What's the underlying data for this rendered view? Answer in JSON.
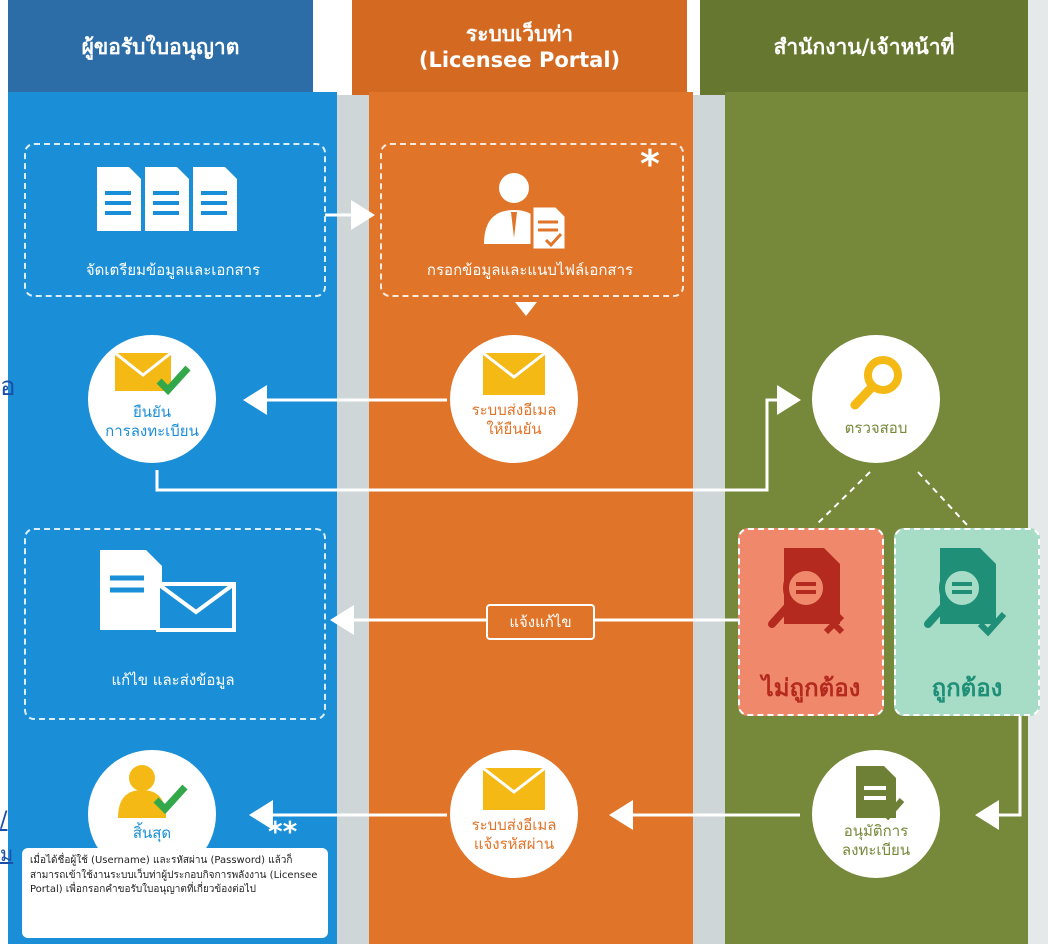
{
  "headers": {
    "applicant": "ผู้ขอรับใบอนุญาต",
    "portal_line1": "ระบบเว็บท่า",
    "portal_line2": "(Licensee Portal)",
    "office": "สำนักงาน/เจ้าหน้าที่"
  },
  "steps": {
    "prepare": "จัดเตรียมข้อมูลและเอกสาร",
    "fill_attach": "กรอกข้อมูลและแนบไฟล์เอกสาร",
    "confirm_reg_l1": "ยืนยัน",
    "confirm_reg_l2": "การลงทะเบียน",
    "email_confirm_l1": "ระบบส่งอีเมล",
    "email_confirm_l2": "ให้ยืนยัน",
    "check": "ตรวจสอบ",
    "fix_send": "แก้ไข และส่งข้อมูล",
    "notify_fix": "แจ้งแก้ไข",
    "incorrect": "ไม่ถูกต้อง",
    "correct": "ถูกต้อง",
    "end": "สิ้นสุด",
    "email_pass_l1": "ระบบส่งอีเมล",
    "email_pass_l2": "แจ้งรหัสผ่าน",
    "approve_l1": "อนุมัติการ",
    "approve_l2": "ลงทะเบียน"
  },
  "marks": {
    "star1": "*",
    "star2": "**"
  },
  "note": "เมื่อได้ชื่อผู้ใช้ (Username) และรหัสผ่าน (Password) แล้วก็สามารถเข้าใช้งานระบบเว็บท่าผู้ประกอบกิจการพลังงาน (Licensee Portal) เพื่อกรอกคำขอรับใบอนุญาตที่เกี่ยวข้องต่อไป",
  "edge_chars": {
    "c1": "อ",
    "c2": "/",
    "c3": "ม"
  },
  "colors": {
    "blue": "#1a8fd8",
    "blue_header": "#2c6da8",
    "orange": "#e07428",
    "orange_header": "#d46a22",
    "green": "#76883a",
    "green_header": "#66782f",
    "red_box": "#f0896b",
    "teal_box": "#a7dcc6"
  }
}
